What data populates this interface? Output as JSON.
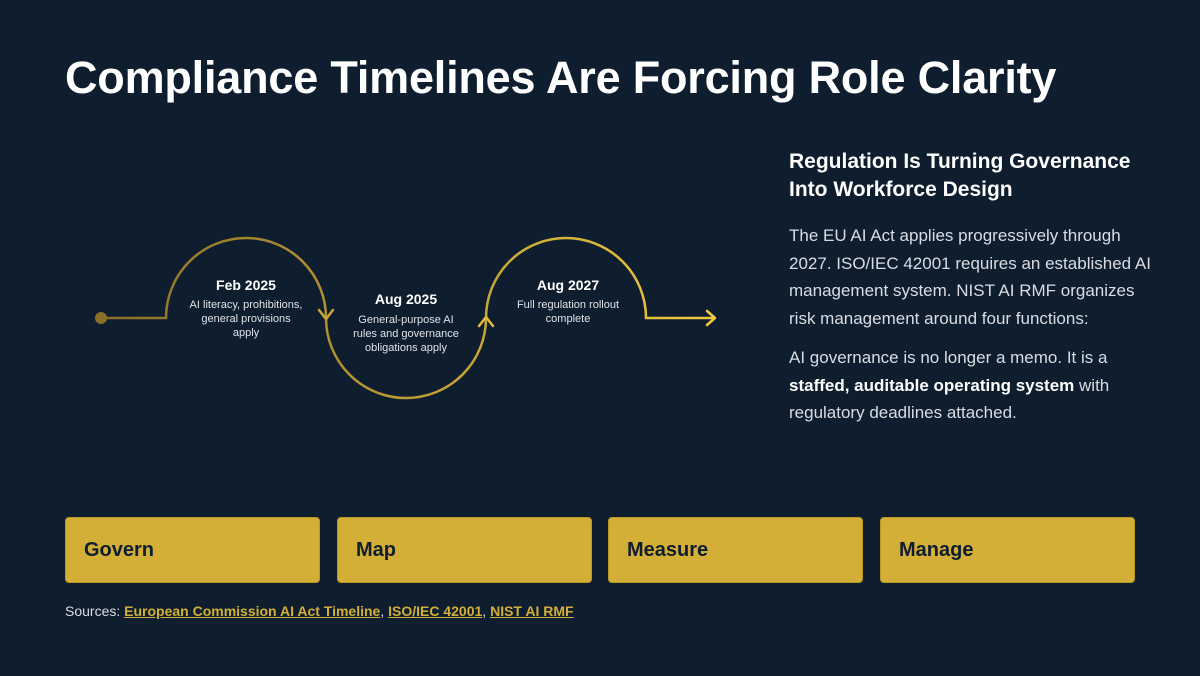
{
  "title": "Compliance Timelines Are Forcing Role Clarity",
  "timeline": {
    "milestones": [
      {
        "date": "Feb 2025",
        "lines": [
          "AI literacy, prohibitions,",
          "general provisions",
          "apply"
        ]
      },
      {
        "date": "Aug 2025",
        "lines": [
          "General-purpose AI",
          "rules and governance",
          "obligations apply"
        ]
      },
      {
        "date": "Aug 2027",
        "lines": [
          "Full regulation rollout",
          "complete"
        ]
      }
    ],
    "colors": {
      "start": "#8a6f28",
      "end": "#f0c93f"
    }
  },
  "side": {
    "heading": "Regulation Is Turning Governance Into Workforce Design",
    "para1": "The EU AI Act applies progressively through 2027. ISO/IEC 42001 requires an established AI management system. NIST AI RMF organizes risk management around four functions:",
    "para2_pre": "AI governance is no longer a memo. It is a ",
    "para2_bold": "staffed, auditable operating system",
    "para2_post": " with regulatory deadlines attached."
  },
  "functions": [
    "Govern",
    "Map",
    "Measure",
    "Manage"
  ],
  "sources": {
    "label": "Sources: ",
    "links": [
      "European Commission AI Act Timeline",
      "ISO/IEC 42001",
      "NIST AI RMF"
    ],
    "separator": ", "
  },
  "colors": {
    "background": "#0f1e2f",
    "accent": "#d4af37",
    "text": "#ffffff"
  }
}
